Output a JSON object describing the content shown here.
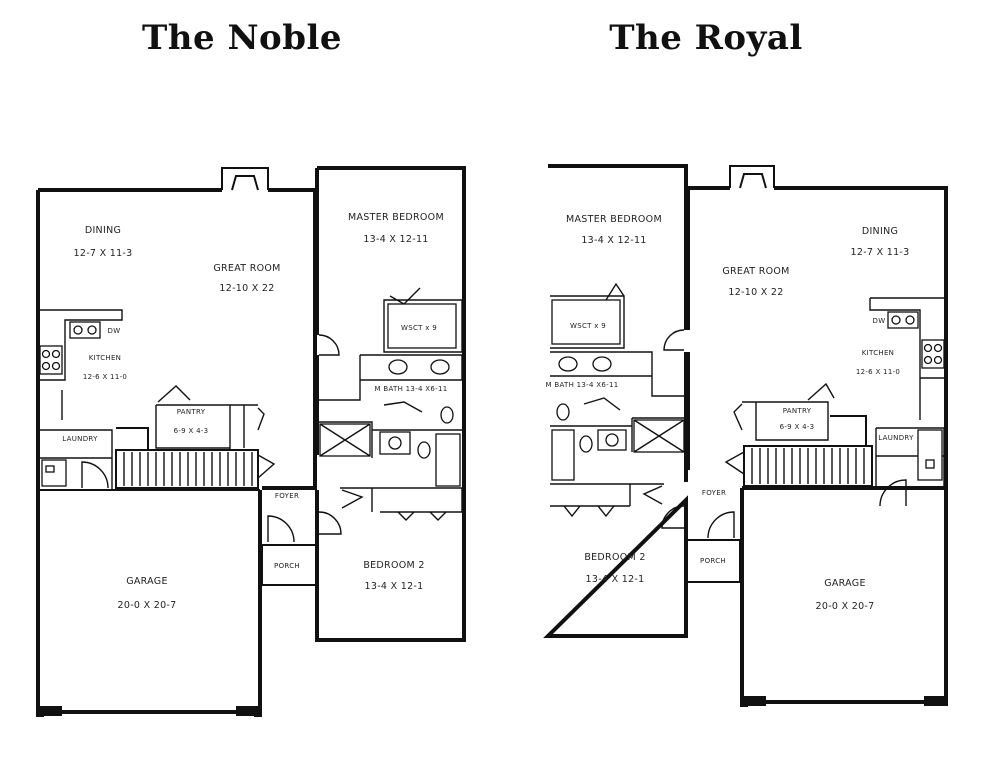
{
  "titles": {
    "noble": "The Noble",
    "royal": "The Royal"
  },
  "rooms": {
    "dining": "DINING",
    "dining_size": "12-7 X 11-3",
    "great_room": "GREAT ROOM",
    "great_room_size": "12-10 X 22",
    "master_bedroom": "MASTER BEDROOM",
    "master_bedroom_size": "13-4 X 12-11",
    "walk_in_closet": "WSCT x 9",
    "master_bath": "M BATH  13-4 X6-11",
    "kitchen": "KITCHEN",
    "kitchen_size": "12-6 X 11-0",
    "dishwasher": "DW",
    "pantry": "PANTRY",
    "pantry_size": "6-9 X 4-3",
    "laundry": "LAUNDRY",
    "foyer": "FOYER",
    "porch": "PORCH",
    "garage": "GARAGE",
    "garage_size": "20-0 X 20-7",
    "bedroom2": "BEDROOM 2",
    "bedroom2_size": "13-4 X 12-1"
  }
}
